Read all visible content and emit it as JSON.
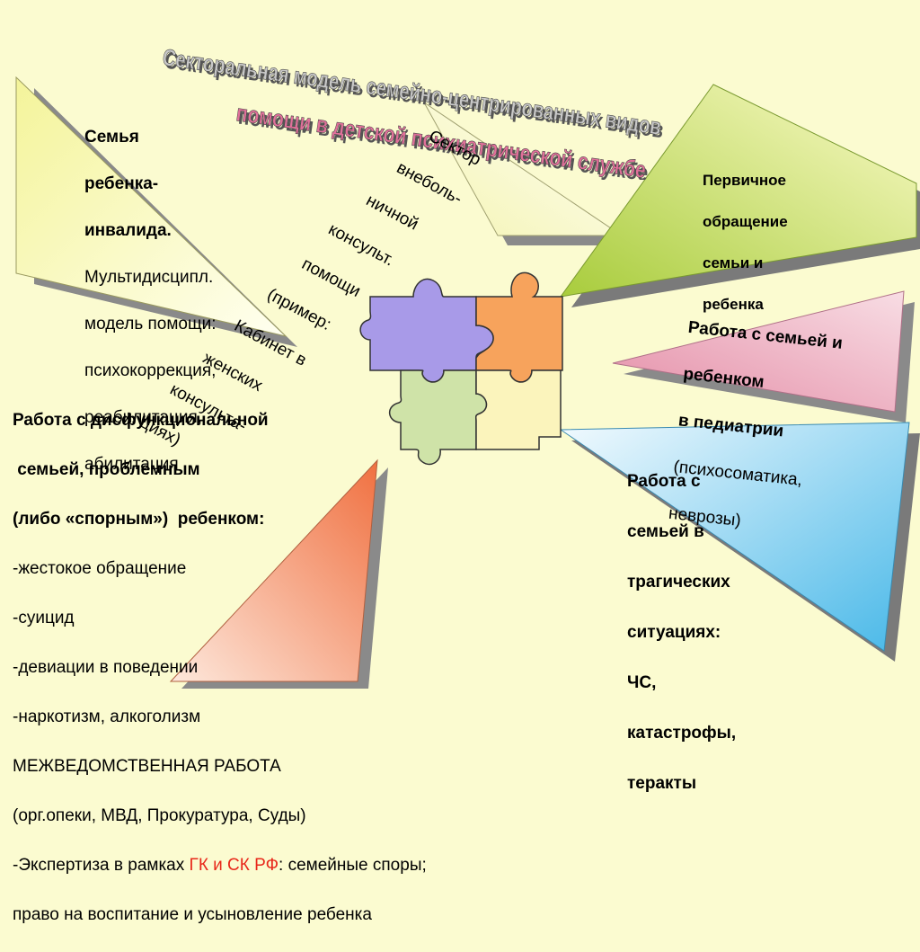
{
  "title": {
    "line1": "Секторальная модель семейно-центрированных видов",
    "line2": "помощи в детской психиатрической службе"
  },
  "sectors": {
    "family_disabled": {
      "heading_l1": "Семья",
      "heading_l2": "ребенка-",
      "heading_l3": "инвалида.",
      "body_l1": "Мультидисципл.",
      "body_l2": "модель помощи:",
      "body_l3": "психокоррекция,",
      "body_l4": "реабилитация,",
      "body_l5": "абилитация"
    },
    "outpatient": {
      "l1": "Сектор",
      "l2": "внеболь-",
      "l3": "ничной",
      "l4": "консульт.",
      "l5": "помощи",
      "l6": "(пример:",
      "l7": "Кабинет в",
      "l8": "женских",
      "l9": "консульта-",
      "l10": "циях)"
    },
    "primary": {
      "l1": "Первичное",
      "l2": "обращение",
      "l3": "семьи и",
      "l4": "ребенка"
    },
    "pediatrics": {
      "l1": "Работа с семьей и",
      "l2": "ребенком",
      "l3": "в педиатрии",
      "l4": "(психосоматика,",
      "l5": "неврозы)"
    },
    "tragic": {
      "l1": "Работа с",
      "l2": "семьей в",
      "l3": "трагических",
      "l4": "ситуациях:",
      "l5": "ЧС,",
      "l6": "катастрофы,",
      "l7": "теракты"
    },
    "dysfunctional": {
      "h1": "Работа с дисфункциональной",
      "h2": " семьей, проблемным",
      "h3": "(либо «спорным»)  ребенком:",
      "b1": "-жестокое обращение",
      "b2": "-суицид",
      "b3": "-девиации в поведении",
      "b4": "-наркотизм, алкоголизм",
      "b5": "МЕЖВЕДОМСТВЕННАЯ РАБОТА",
      "b6": "(орг.опеки, МВД, Прокуратура, Суды)",
      "b7_pre": "-Экспертиза в рамках ",
      "b7_red": "ГК и СК РФ",
      "b7_post": ": семейные споры;",
      "b8": "право на воспитание и усыновление ребенка"
    }
  },
  "colors": {
    "background": "#fbfbd0",
    "yellow": "#f4f4a8",
    "green": "#b8d85a",
    "pink": "#f0b8c4",
    "blue": "#6cc6ec",
    "orange": "#f08a5a",
    "puzzle_purple": "#a89ae8",
    "puzzle_orange": "#f7a35c",
    "puzzle_green": "#cfe3a8",
    "puzzle_cream": "#fbf4bc",
    "accent_red": "#e8281a"
  }
}
